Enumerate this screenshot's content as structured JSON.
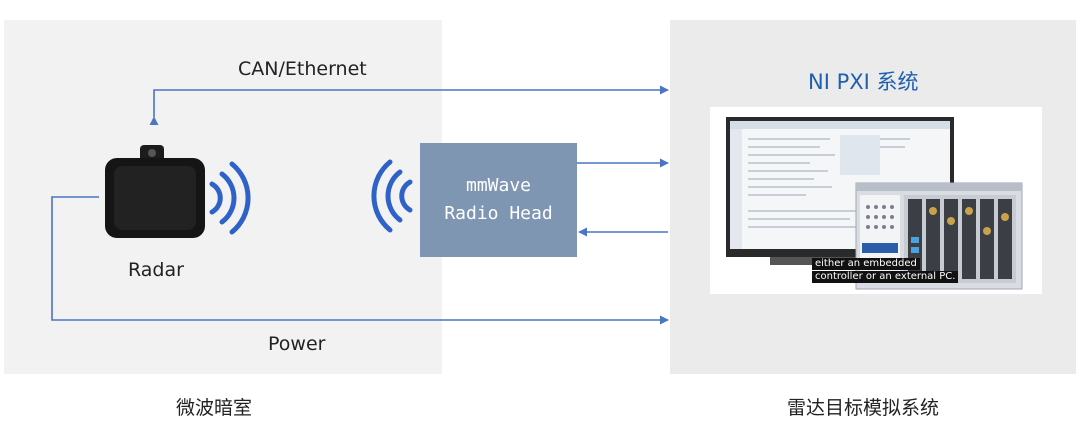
{
  "labels": {
    "can_ethernet": "CAN/Ethernet",
    "power": "Power",
    "radar": "Radar",
    "radio_head_line1": "mmWave",
    "radio_head_line2": "Radio Head",
    "ni_pxi": "NI PXI 系统",
    "anechoic_chamber": "微波暗室",
    "radar_target_sim": "雷达目标模拟系统"
  },
  "photo": {
    "caption_line1": "either an embedded",
    "caption_line2": "controller or an external PC."
  },
  "colors": {
    "line": "#4a74c4",
    "wave": "#2f62c8",
    "radio_head": "#7f96b3",
    "pxi_title": "#1f5fb0",
    "panel_left": "#f2f2f2",
    "panel_right": "#ebebeb"
  }
}
